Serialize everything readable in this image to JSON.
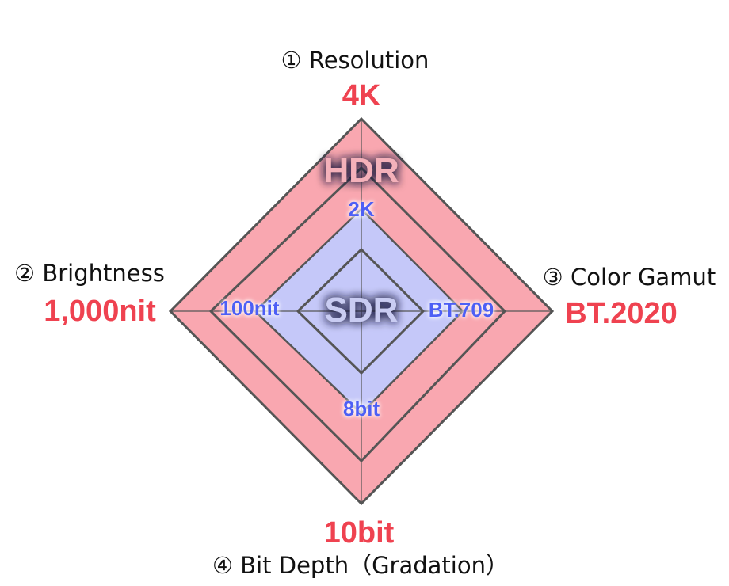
{
  "axes": [
    {
      "id": "resolution",
      "title": "① Resolution",
      "hdr_value": "4K",
      "sdr_value": "2K"
    },
    {
      "id": "brightness",
      "title": "② Brightness",
      "hdr_value": "1,000nit",
      "sdr_value": "100nit"
    },
    {
      "id": "color_gamut",
      "title": "③ Color Gamut",
      "hdr_value": "BT.2020",
      "sdr_value": "BT.709"
    },
    {
      "id": "bit_depth",
      "title": "④ Bit Depth（Gradation）",
      "hdr_value": "10bit",
      "sdr_value": "8bit"
    }
  ],
  "badges": {
    "hdr": "HDR",
    "sdr": "SDR"
  },
  "colors": {
    "hdr_fill": "#f9a7b0",
    "sdr_fill": "#c5c8f9",
    "stroke": "#555555",
    "hdr_text": "#ef4250",
    "sdr_text": "#4e5ff5"
  }
}
